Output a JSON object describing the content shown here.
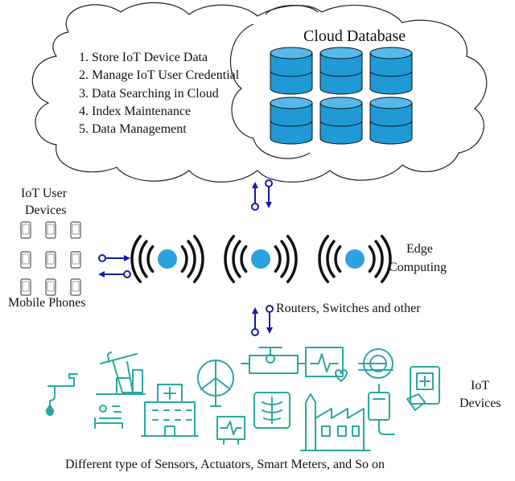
{
  "cloud": {
    "title": "Cloud Database",
    "items": [
      "1. Store IoT Device Data",
      "2. Manage IoT User Credential",
      "3. Data Searching in Cloud",
      "4. Index Maintenance",
      "5. Data Management"
    ]
  },
  "user_devices": {
    "title_line1": "IoT User",
    "title_line2": "Devices",
    "caption": "Mobile Phones"
  },
  "edge": {
    "label_line1": "Edge",
    "label_line2": "Computing",
    "caption": "Routers, Switches and other"
  },
  "iot": {
    "label_line1": "IoT",
    "label_line2": "Devices",
    "caption": "Different type of Sensors, Actuators, Smart Meters, and So on"
  },
  "colors": {
    "cylinder": "#1f9ad6",
    "cylinder_top": "#58b8ea",
    "arrow": "#1a1aa8",
    "edge_dot": "#2aa3e0",
    "iot_teal": "#2aa8a0"
  },
  "icons": {
    "cloud": "cloud-shape",
    "database": "database-cylinder-icon",
    "phone": "mobile-phone-icon",
    "router": "wireless-router-icon",
    "iot_devices": [
      "water-tap-icon",
      "oil-pump-icon",
      "patient-bed-icon",
      "hospital-icon",
      "wind-turbine-icon",
      "monitor-icon",
      "valve-icon",
      "xray-icon",
      "heartbeat-monitor-icon",
      "factory-icon",
      "mri-scanner-icon",
      "iv-drip-icon",
      "tablet-medical-icon"
    ]
  }
}
